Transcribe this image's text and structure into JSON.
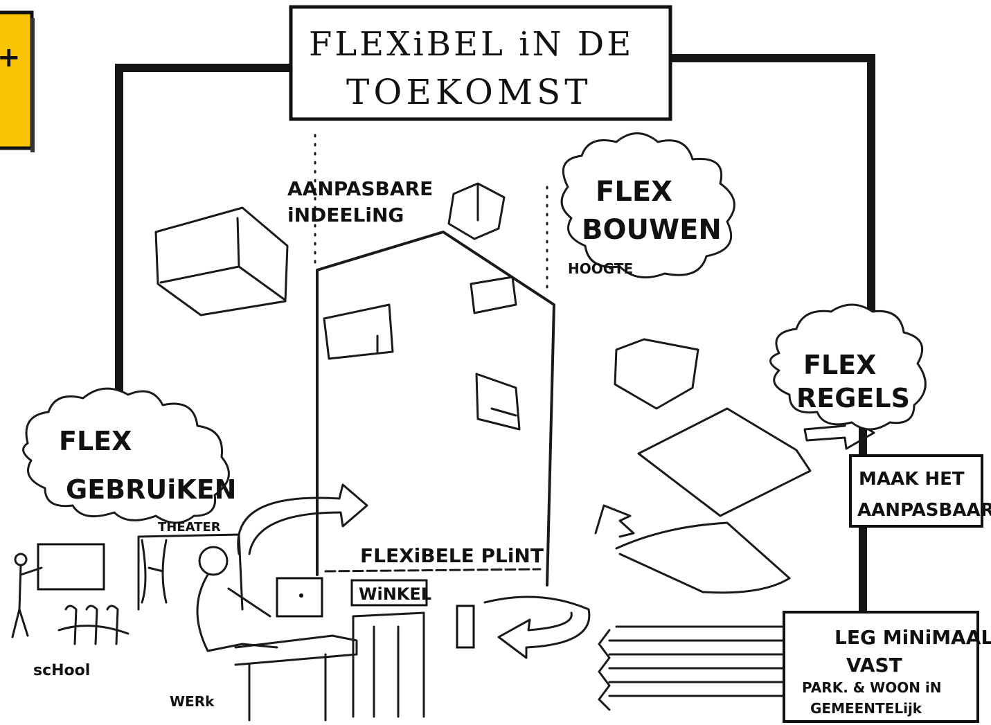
{
  "title": {
    "line1": "FLEXiBEL iN DE",
    "line2": "TOEKOMST"
  },
  "badge": {
    "color": "#F6C400",
    "text": "+"
  },
  "labels": {
    "aanpasbare_indeeling_1": "AANPASBARE",
    "aanpasbare_indeeling_2": "iNDEELiNG",
    "flex_bouwen_1": "FLEX",
    "flex_bouwen_2": "BOUWEN",
    "hoogte": "HOOGTE",
    "flex_regels_1": "FLEX",
    "flex_regels_2": "REGELS",
    "flex_gebruiken_1": "FLEX",
    "flex_gebruiken_2": "GEBRUiKEN",
    "maak_het_1": "MAAK HET",
    "maak_het_2": "AANPASBAAR",
    "leg_minimaal_1": "LEG MiNiMAAL",
    "leg_minimaal_2": "VAST",
    "leg_minimaal_3": "PARK. & WOON iN",
    "leg_minimaal_4": "GEMEENTELijk",
    "flexibele_plint": "FLEXiBELE PLiNT",
    "winkel": "WiNKEL",
    "theater": "THEATER",
    "school": "scHool",
    "werk": "WERk"
  },
  "colors": {
    "ink": "#1a1a1a",
    "badge_fill": "#F6C400",
    "background": "#ffffff"
  }
}
